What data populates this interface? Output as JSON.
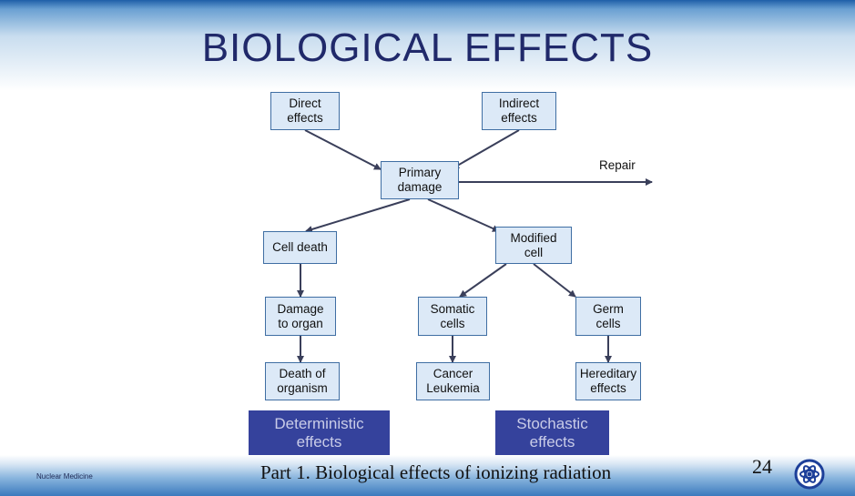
{
  "title": "BIOLOGICAL EFFECTS",
  "nodes": {
    "direct": "Direct\neffects",
    "indirect": "Indirect\neffects",
    "primary": "Primary\ndamage",
    "cell_death": "Cell death",
    "modified": "Modified\ncell",
    "damage_organ": "Damage\nto organ",
    "somatic": "Somatic\ncells",
    "germ": "Germ\ncells",
    "death_organism": "Death of\norganism",
    "cancer": "Cancer\nLeukemia",
    "hereditary": "Hereditary\neffects"
  },
  "repair_label": "Repair",
  "categories": {
    "deterministic": "Deterministic\neffects",
    "stochastic": "Stochastic\neffects"
  },
  "footer": {
    "left": "Nuclear Medicine",
    "title": "Part 1. Biological effects of ionizing radiation",
    "page": "24"
  },
  "colors": {
    "box_fill": "#dce9f7",
    "box_border": "#3f6ea3",
    "category_fill": "#35429c",
    "title": "#20296a"
  }
}
